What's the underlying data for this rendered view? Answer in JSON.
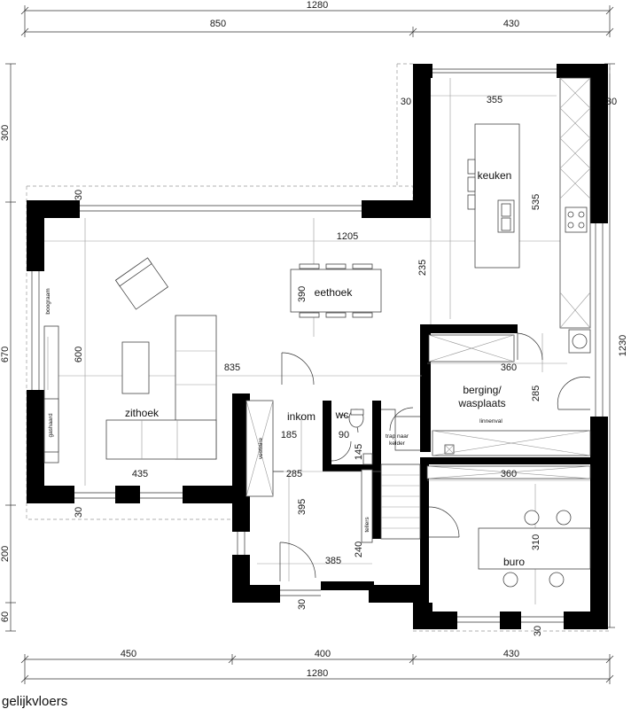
{
  "caption": "gelijkvloers",
  "overall": {
    "width_total": "1280",
    "height_total": "1230"
  },
  "top_dims": [
    "850",
    "430"
  ],
  "bottom_dims": [
    "450",
    "400",
    "430"
  ],
  "left_dims": [
    "300",
    "670",
    "200",
    "60"
  ],
  "rooms": {
    "keuken": "keuken",
    "eethoek": "eethoek",
    "zithoek": "zithoek",
    "inkom": "inkom",
    "wc": "wc",
    "berging_line1": "berging/",
    "berging_line2": "wasplaats",
    "linnenval": "linnenval",
    "buro": "buro",
    "trap_line1": "trap naar",
    "trap_line2": "kelder",
    "boograam": "boograam",
    "gashaard": "gashaard",
    "vestiaire": "vestiaire",
    "tellers": "tellers"
  },
  "interior_dims": {
    "d_30_top_right_a": "30",
    "d_355": "355",
    "d_30_top_right_b": "30",
    "d_30_left_top": "30",
    "d_535": "535",
    "d_1205": "1205",
    "d_235": "235",
    "d_390": "390",
    "d_600": "600",
    "d_835": "835",
    "d_360_a": "360",
    "d_285_a": "285",
    "d_185": "185",
    "d_90": "90",
    "d_145": "145",
    "d_435": "435",
    "d_285_b": "285",
    "d_360_b": "360",
    "d_30_left_bottom": "30",
    "d_395": "395",
    "d_310": "310",
    "d_240": "240",
    "d_385": "385",
    "d_30_bottom_mid": "30",
    "d_30_bottom_right": "30",
    "d_1230": "1230"
  }
}
